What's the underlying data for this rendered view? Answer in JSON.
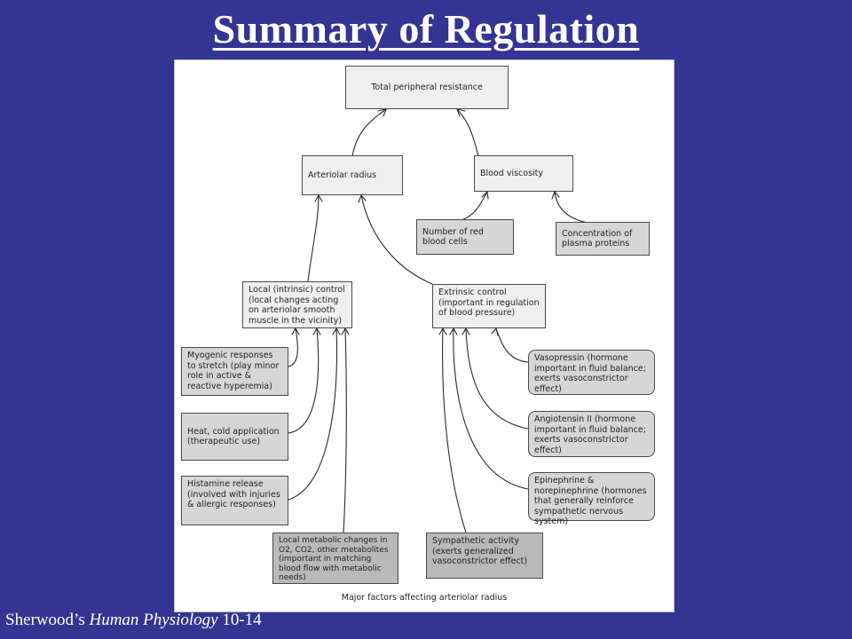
{
  "title": "Summary of Regulation",
  "diagram": {
    "nodes": {
      "tpr": "Total peripheral resistance",
      "arteriolar_radius": "Arteriolar radius",
      "blood_viscosity": "Blood viscosity",
      "rbc": "Number of red blood cells",
      "plasma_proteins": "Concentration of plasma proteins",
      "local_control": "Local (intrinsic) control (local changes acting on arteriolar smooth muscle in the vicinity)",
      "extrinsic_control": "Extrinsic control (important in regulation of blood pressure)",
      "myogenic": "Myogenic responses to stretch (play minor role in active & reactive hyperemia)",
      "heat_cold": "Heat, cold application (therapeutic use)",
      "histamine": "Histamine release (involved with injuries & allergic responses)",
      "local_metabolic": "Local metabolic changes in O2, CO2, other metabolites (important in matching blood flow with metabolic needs)",
      "sympathetic": "Sympathetic activity (exerts generalized vasoconstrictor effect)",
      "vasopressin": "Vasopressin (hormone important in fluid balance; exerts vasoconstrictor effect)",
      "angiotensin": "Angiotensin II (hormone important in fluid balance; exerts vasoconstrictor effect)",
      "epinephrine": "Epinephrine & norepinephrine (hormones that generally reinforce sympathetic nervous system)"
    },
    "caption": "Major factors affecting arteriolar radius"
  },
  "footer": {
    "author": "Sherwood’s ",
    "book": "Human Physiology",
    "edition": " 10-14"
  }
}
